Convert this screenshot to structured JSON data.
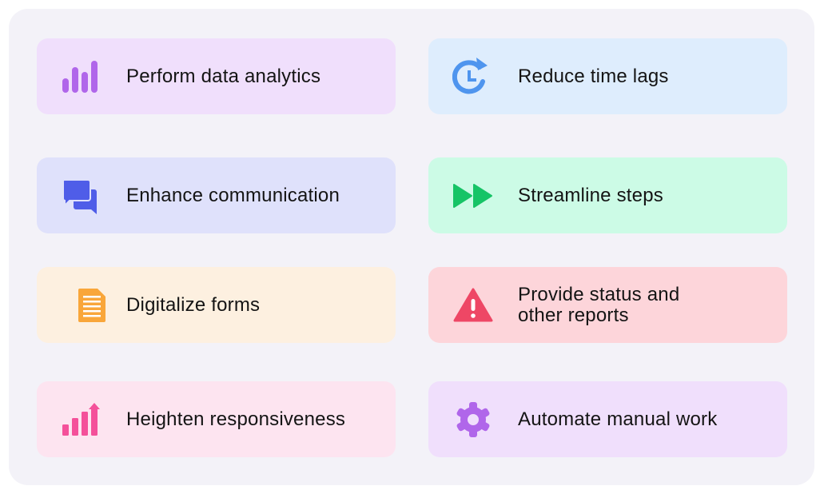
{
  "cards": [
    {
      "id": "perform-data-analytics",
      "label": "Perform data analytics",
      "icon": "bar-chart-icon",
      "bg": "#f0dffc",
      "icon_color": "#b066ea"
    },
    {
      "id": "reduce-time-lags",
      "label": "Reduce time lags",
      "icon": "clock-refresh-icon",
      "bg": "#deedfd",
      "icon_color": "#4f95ee"
    },
    {
      "id": "enhance-communication",
      "label": "Enhance communication",
      "icon": "chat-bubbles-icon",
      "bg": "#dfe1fb",
      "icon_color": "#4f5de8"
    },
    {
      "id": "streamline-steps",
      "label": "Streamline steps",
      "icon": "fast-forward-icon",
      "bg": "#ccfbe6",
      "icon_color": "#16c466"
    },
    {
      "id": "digitalize-forms",
      "label": "Digitalize forms",
      "icon": "document-icon",
      "bg": "#fdf0e0",
      "icon_color": "#f9a63a"
    },
    {
      "id": "provide-status-reports",
      "label_line1": "Provide status and",
      "label_line2": "other reports",
      "icon": "warning-icon",
      "bg": "#fdd5da",
      "icon_color": "#ee4765"
    },
    {
      "id": "heighten-responsiveness",
      "label": "Heighten responsiveness",
      "icon": "growth-chart-icon",
      "bg": "#fde4f0",
      "icon_color": "#f4509a"
    },
    {
      "id": "automate-manual-work",
      "label": "Automate manual work",
      "icon": "gear-icon",
      "bg": "#f0dffc",
      "icon_color": "#b066ea"
    }
  ]
}
